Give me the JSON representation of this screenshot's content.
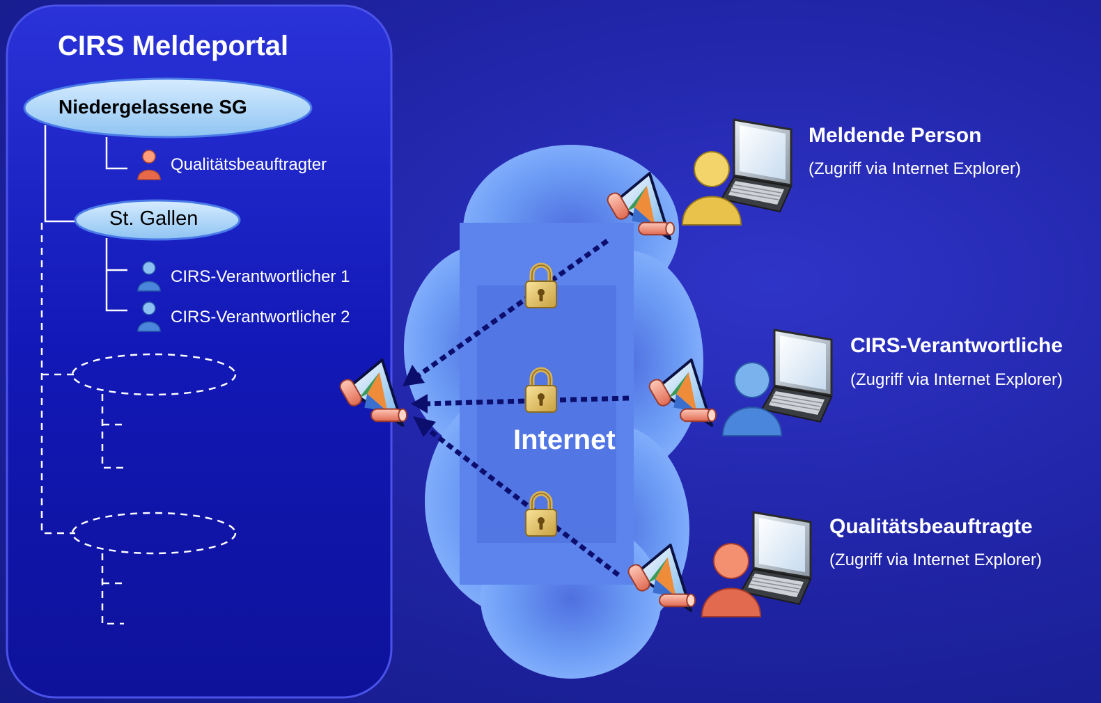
{
  "portal": {
    "title": "CIRS Meldeportal",
    "organization": "Niedergelassene SG",
    "organization_member": "Qualitätsbeauftragter",
    "unit": "St. Gallen",
    "unit_members": [
      "CIRS-Verantwortlicher 1",
      "CIRS-Verantwortlicher 2"
    ]
  },
  "network": {
    "label": "Internet"
  },
  "clients": [
    {
      "name": "Meldende Person",
      "access": "(Zugriff via Internet Explorer)",
      "color": "#e8c24a"
    },
    {
      "name": "CIRS-Verantwortliche",
      "access": "(Zugriff via Internet Explorer)",
      "color": "#4a86dc"
    },
    {
      "name": "Qualitätsbeauftragte",
      "access": "(Zugriff via Internet Explorer)",
      "color": "#e26a4e"
    }
  ],
  "colors": {
    "background": "#2226b0",
    "portal_panel": "#1218b4",
    "ellipse_fill": "#a8d4f8",
    "cloud": "#6c9cf4",
    "arrow": "#0c0e6e"
  },
  "icons": [
    "person-icon",
    "laptop-icon",
    "firewall-icon",
    "padlock-icon",
    "cloud-icon"
  ]
}
